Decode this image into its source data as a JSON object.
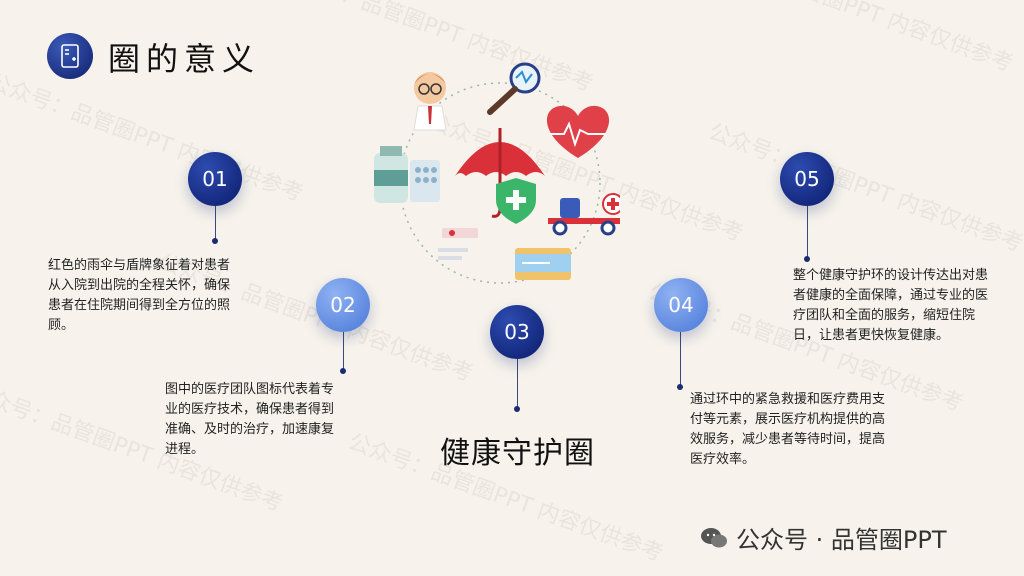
{
  "header": {
    "title": "圈的意义"
  },
  "center": {
    "title": "健康守护圈"
  },
  "points": [
    {
      "num": "01",
      "text": "红色的雨伞与盾牌象征着对患者从入院到出院的全程关怀，确保患者在住院期间得到全方位的照顾。"
    },
    {
      "num": "02",
      "text": "图中的医疗团队图标代表着专业的医疗技术，确保患者得到准确、及时的治疗，加速康复进程。"
    },
    {
      "num": "03"
    },
    {
      "num": "04",
      "text": "通过环中的紧急救援和医疗费用支付等元素，展示医疗机构提供的高效服务，减少患者等待时间，提高医疗效率。"
    },
    {
      "num": "05",
      "text": "整个健康守护环的设计传达出对患者健康的全面保障，通过专业的医疗团队和全面的服务，缩短住院日，让患者更快恢复健康。"
    }
  ],
  "footer": {
    "text": "公众号 · 品管圈PPT"
  },
  "watermark": {
    "text": "公众号：品管圈PPT  内容仅供参考"
  },
  "colors": {
    "dark_blue": "#0f1f6b",
    "light_blue": "#4a78d8",
    "umbrella_red": "#d9303a",
    "shield_green": "#3bb56a"
  }
}
